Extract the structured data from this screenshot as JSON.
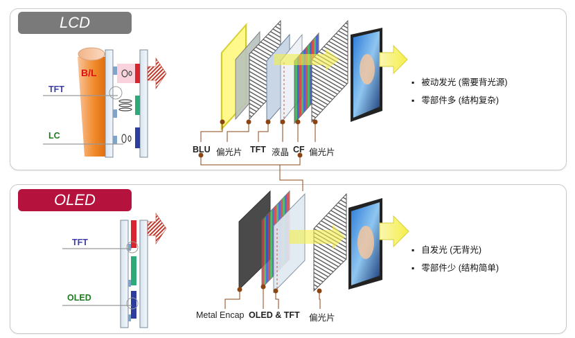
{
  "lcd": {
    "tag": "LCD",
    "cross_section_labels": {
      "bl": "B/L",
      "tft": "TFT",
      "lc": "LC"
    },
    "layer_labels": {
      "blu": "BLU",
      "pol1": "偏光片",
      "tft": "TFT",
      "lc": "液晶",
      "cf": "CF",
      "pol2": "偏光片"
    },
    "bullets": [
      "被动发光 (需要背光源)",
      "零部件多 (结构复杂)"
    ]
  },
  "oled": {
    "tag": "OLED",
    "cross_section_labels": {
      "tft": "TFT",
      "oled": "OLED"
    },
    "layer_labels": {
      "encap": "Metal Encap",
      "oled_tft": "OLED & TFT",
      "pol": "偏光片"
    },
    "bullets": [
      "自发光 (无背光)",
      "零部件少 (结构简单)"
    ]
  },
  "colors": {
    "lcd_tag": "#7a7a7a",
    "oled_tag": "#b5123e",
    "bl_orange": "#f08a2b",
    "leader": "#8b4513",
    "glow": "#f4ef4a"
  }
}
